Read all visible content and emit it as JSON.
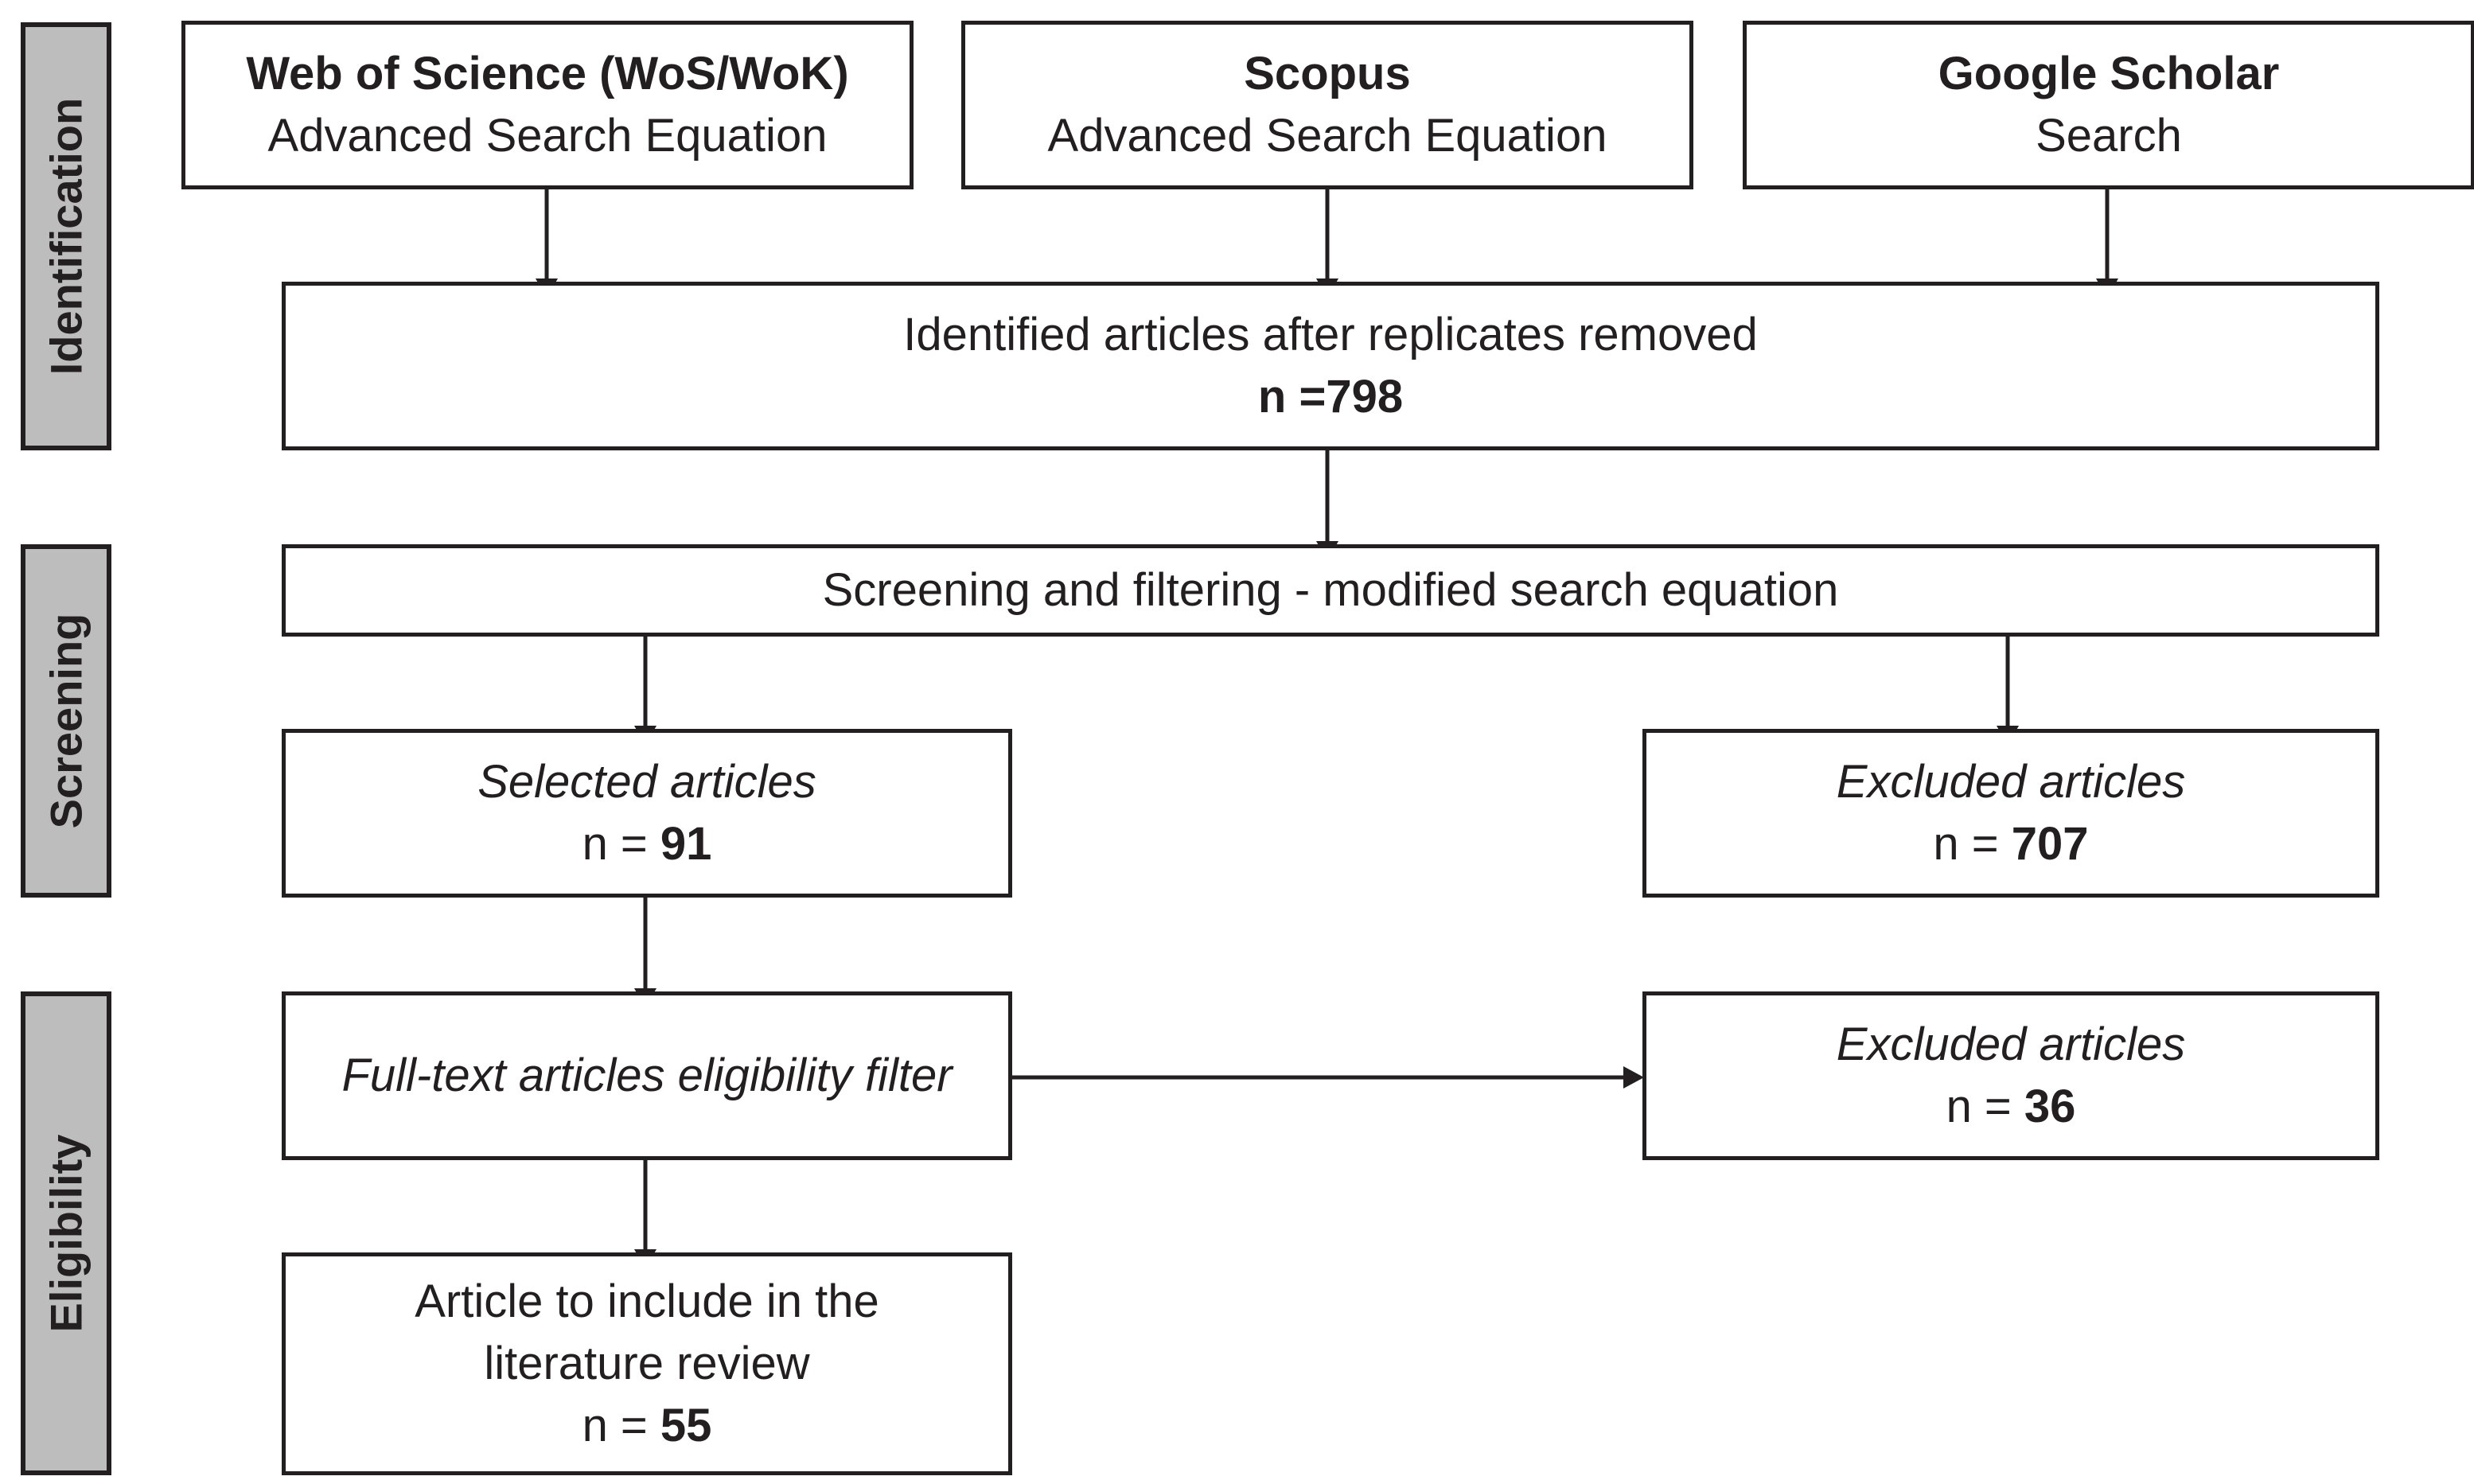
{
  "phases": {
    "identification": "Identification",
    "screening": "Screening",
    "eligibility": "Eligibility"
  },
  "sources": {
    "wos": {
      "title": "Web of Science (WoS/WoK)",
      "subtitle": "Advanced Search Equation"
    },
    "scopus": {
      "title": "Scopus",
      "subtitle": "Advanced Search Equation"
    },
    "scholar": {
      "title": "Google Scholar",
      "subtitle": "Search"
    }
  },
  "identified": {
    "label": "Identified articles after replicates removed",
    "count": "n =798"
  },
  "screening": {
    "label": "Screening and filtering - modified search equation"
  },
  "selected": {
    "label": "Selected articles",
    "prefix": "n = ",
    "value": "91"
  },
  "excluded_screening": {
    "label": "Excluded articles",
    "prefix": "n = ",
    "value": "707"
  },
  "fulltext": {
    "label": "Full-text articles eligibility filter"
  },
  "excluded_eligibility": {
    "label": "Excluded articles",
    "prefix": "n = ",
    "value": "36"
  },
  "included": {
    "label": "Article to include in the literature review",
    "prefix": "n = ",
    "value": "55"
  },
  "colors": {
    "line": "#231f20",
    "phase_fill": "#bdbdbd"
  }
}
